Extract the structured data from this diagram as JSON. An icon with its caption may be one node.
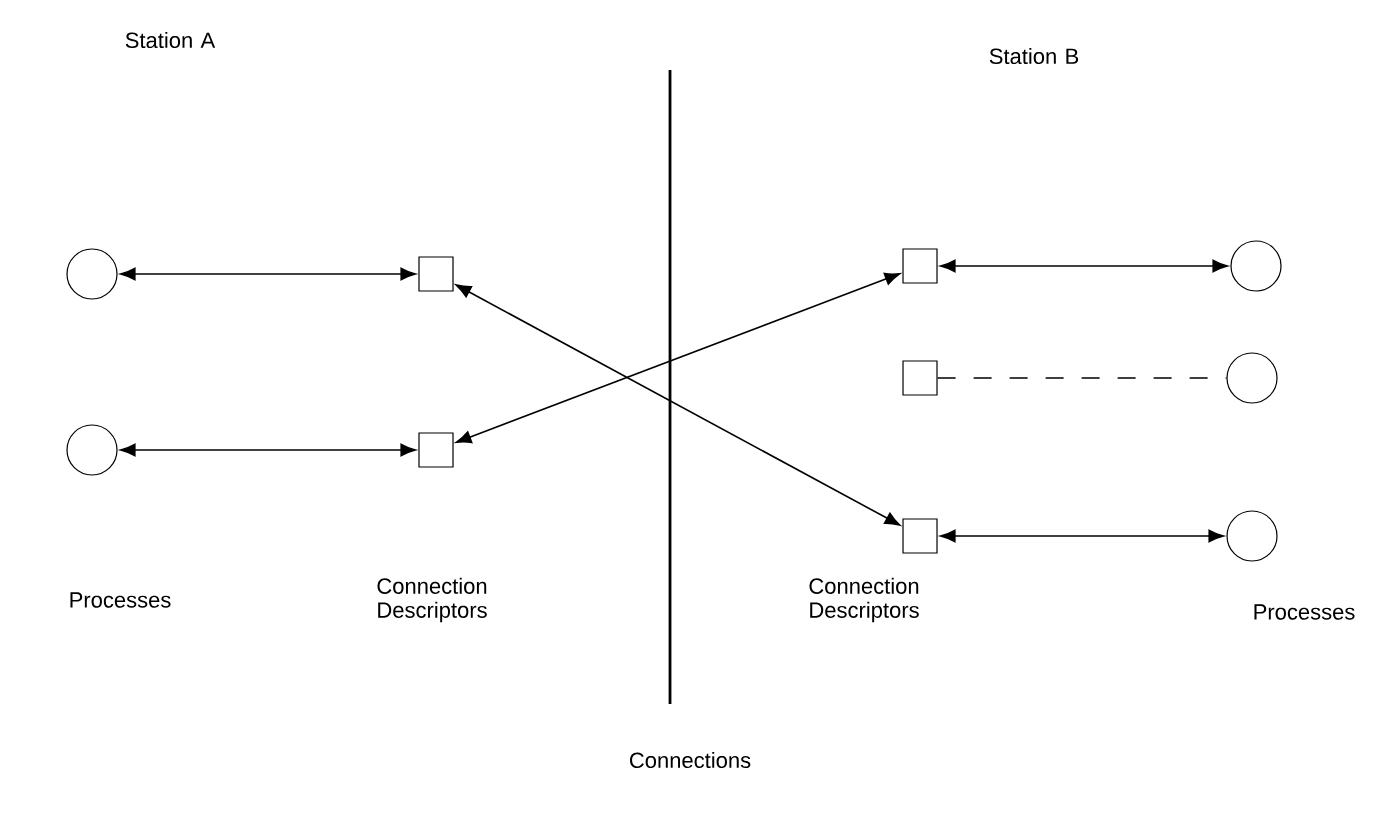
{
  "diagram": {
    "nodes": [
      {
        "text": [],
        "shape": "circle"
      },
      {
        "text": [],
        "shape": "box"
      },
      {
        "text": [],
        "shape": "circle"
      },
      {
        "text": [],
        "shape": "box"
      },
      {
        "text": [],
        "shape": "box"
      },
      {
        "text": [],
        "shape": "circle"
      },
      {
        "text": [],
        "shape": "box"
      },
      {
        "text": [],
        "shape": "circle"
      },
      {
        "text": [],
        "shape": "box"
      },
      {
        "text": [],
        "shape": "circle"
      }
    ],
    "edges": [
      {
        "from": 0,
        "to": 1,
        "arrow": "both"
      },
      {
        "from": 2,
        "to": 3,
        "arrow": "both"
      },
      {
        "from": 4,
        "to": 5,
        "arrow": "both"
      },
      {
        "from": 6,
        "to": 7,
        "arrow": "none",
        "style": "dashed"
      },
      {
        "from": 8,
        "to": 9,
        "arrow": "both"
      },
      {
        "from": 3,
        "to": 4,
        "arrow": "both"
      },
      {
        "from": 1,
        "to": 8,
        "arrow": "both"
      }
    ],
    "labels": [
      "Station A",
      "Station B",
      "Processes",
      "Connection Descriptors",
      "Connection Descriptors",
      "Processes",
      "Connections"
    ]
  }
}
